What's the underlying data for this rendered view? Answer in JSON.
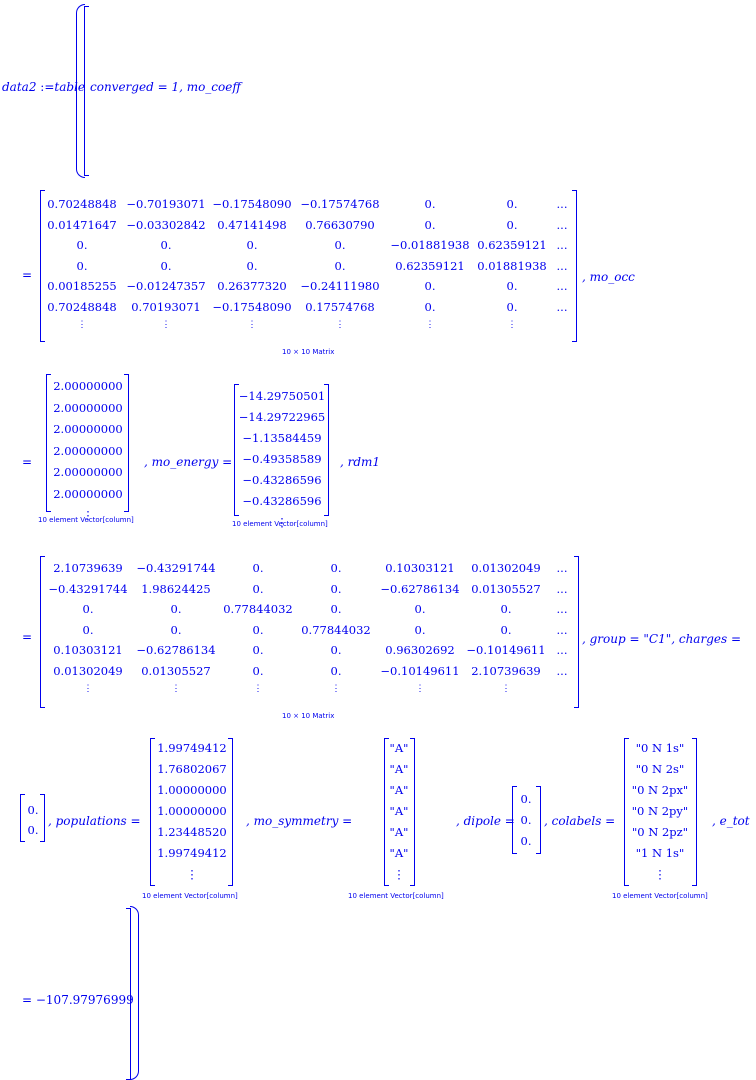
{
  "header": {
    "lhs": "data2",
    "assign": ":=",
    "func": "table",
    "first_field": "converged = 1, mo_coeff"
  },
  "mo_coeff": {
    "rows": [
      [
        "0.70248848",
        "−0.70193071",
        "−0.17548090",
        "−0.17574768",
        "0.",
        "0.",
        "..."
      ],
      [
        "0.01471647",
        "−0.03302842",
        "0.47141498",
        "0.76630790",
        "0.",
        "0.",
        "..."
      ],
      [
        "0.",
        "0.",
        "0.",
        "0.",
        "−0.01881938",
        "0.62359121",
        "..."
      ],
      [
        "0.",
        "0.",
        "0.",
        "0.",
        "0.62359121",
        "0.01881938",
        "..."
      ],
      [
        "0.00185255",
        "−0.01247357",
        "0.26377320",
        "−0.24111980",
        "0.",
        "0.",
        "..."
      ],
      [
        "0.70248848",
        "0.70193071",
        "−0.17548090",
        "0.17574768",
        "0.",
        "0.",
        "..."
      ],
      [
        "⋮",
        "⋮",
        "⋮",
        "⋮",
        "⋮",
        "⋮",
        ""
      ]
    ],
    "label": "10 × 10 Matrix",
    "next": ", mo_occ"
  },
  "mo_occ": {
    "values": [
      "2.00000000",
      "2.00000000",
      "2.00000000",
      "2.00000000",
      "2.00000000",
      "2.00000000",
      "⋮"
    ],
    "label": "10 element Vector[column]",
    "next": ", mo_energy ="
  },
  "mo_energy": {
    "values": [
      "−14.29750501",
      "−14.29722965",
      "−1.13584459",
      "−0.49358589",
      "−0.43286596",
      "−0.43286596",
      "⋮"
    ],
    "label": "10 element Vector[column]",
    "next": ", rdm1"
  },
  "rdm1": {
    "rows": [
      [
        "2.10739639",
        "−0.43291744",
        "0.",
        "0.",
        "0.10303121",
        "0.01302049",
        "..."
      ],
      [
        "−0.43291744",
        "1.98624425",
        "0.",
        "0.",
        "−0.62786134",
        "0.01305527",
        "..."
      ],
      [
        "0.",
        "0.",
        "0.77844032",
        "0.",
        "0.",
        "0.",
        "..."
      ],
      [
        "0.",
        "0.",
        "0.",
        "0.77844032",
        "0.",
        "0.",
        "..."
      ],
      [
        "0.10303121",
        "−0.62786134",
        "0.",
        "0.",
        "0.96302692",
        "−0.10149611",
        "..."
      ],
      [
        "0.01302049",
        "0.01305527",
        "0.",
        "0.",
        "−0.10149611",
        "2.10739639",
        "..."
      ],
      [
        "⋮",
        "⋮",
        "⋮",
        "⋮",
        "⋮",
        "⋮",
        ""
      ]
    ],
    "label": "10 × 10 Matrix",
    "next": ", group = \"C1\", charges ="
  },
  "charges": {
    "values": [
      "0.",
      "0."
    ],
    "next": ", populations ="
  },
  "populations": {
    "values": [
      "1.99749412",
      "1.76802067",
      "1.00000000",
      "1.00000000",
      "1.23448520",
      "1.99749412",
      "⋮"
    ],
    "label": "10 element Vector[column]",
    "next": ", mo_symmetry ="
  },
  "mo_symmetry": {
    "values": [
      "\"A\"",
      "\"A\"",
      "\"A\"",
      "\"A\"",
      "\"A\"",
      "\"A\"",
      "⋮"
    ],
    "label": "10 element Vector[column]",
    "next": ", dipole ="
  },
  "dipole": {
    "values": [
      "0.",
      "0.",
      "0."
    ],
    "next": ", colabels ="
  },
  "colabels": {
    "values": [
      "\"0 N 1s\"",
      "\"0 N 2s\"",
      "\"0 N 2px\"",
      "\"0 N 2py\"",
      "\"0 N 2pz\"",
      "\"1 N 1s\"",
      "⋮"
    ],
    "label": "10 element Vector[column]",
    "next": ", e_tot"
  },
  "e_tot": {
    "value": "= −107.97976999"
  },
  "eq_sign": "="
}
